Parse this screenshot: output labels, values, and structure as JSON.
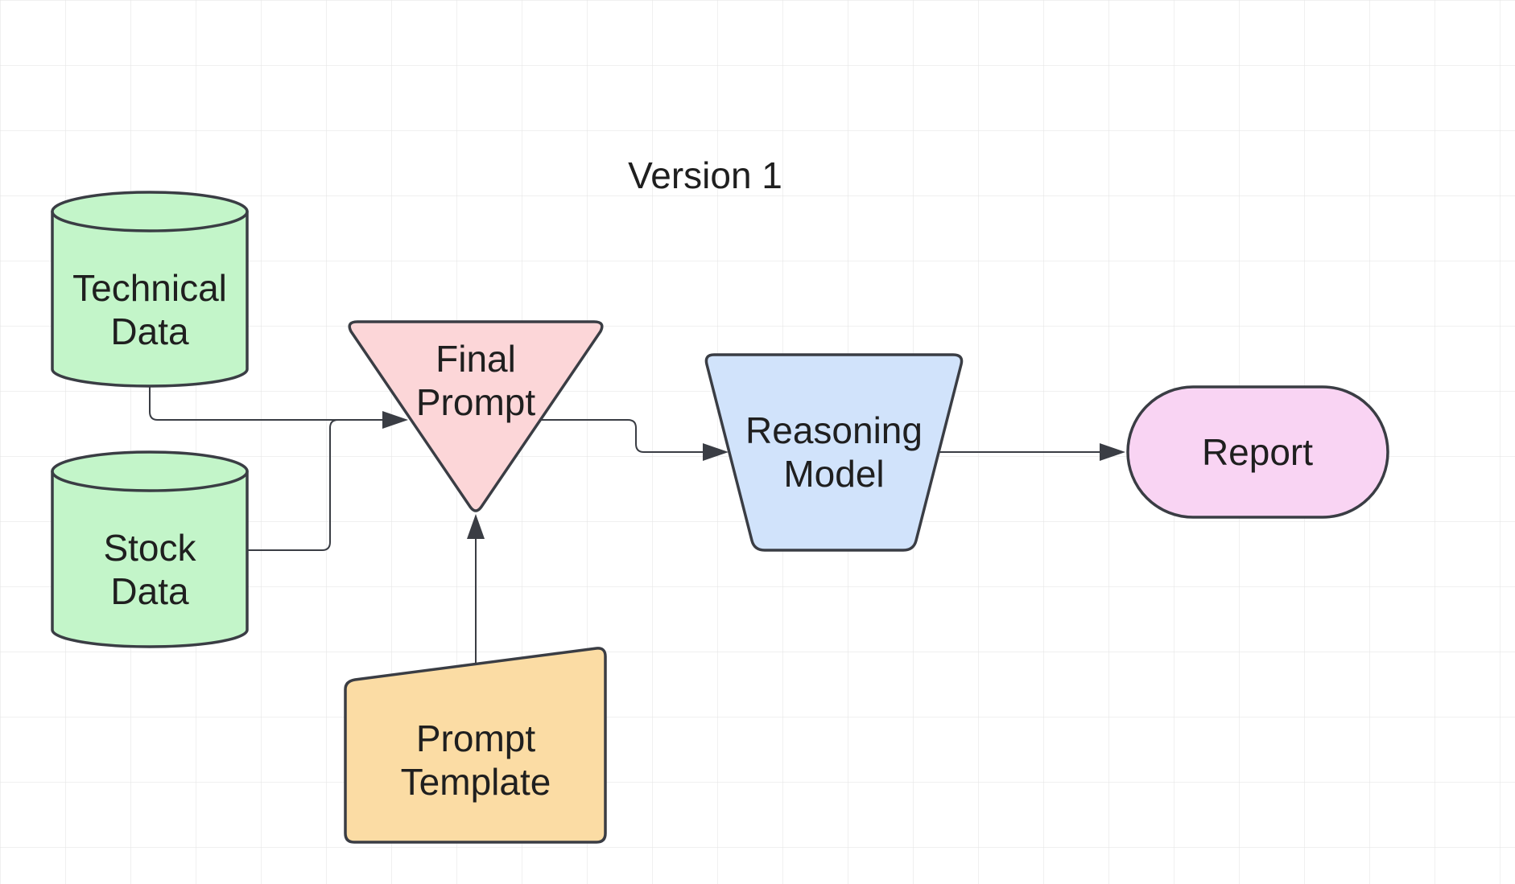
{
  "title": "Version 1",
  "colors": {
    "grid": "#e6e6e6",
    "stroke": "#3a3d44",
    "data_fill": "#c3f5c9",
    "prompt_fill": "#fcd6d8",
    "model_fill": "#d1e3fb",
    "report_fill": "#f9d4f3",
    "template_fill": "#fbdca4"
  },
  "nodes": {
    "technical_data": {
      "shape": "cylinder",
      "lines": [
        "Technical",
        "Data"
      ]
    },
    "stock_data": {
      "shape": "cylinder",
      "lines": [
        "Stock",
        "Data"
      ]
    },
    "final_prompt": {
      "shape": "inverted-triangle",
      "lines": [
        "Final",
        "Prompt"
      ]
    },
    "prompt_template": {
      "shape": "manual-input",
      "lines": [
        "Prompt",
        "Template"
      ]
    },
    "reasoning_model": {
      "shape": "trapezoid",
      "lines": [
        "Reasoning",
        "Model"
      ]
    },
    "report": {
      "shape": "terminator",
      "lines": [
        "Report"
      ]
    }
  },
  "edges": [
    {
      "from": "technical_data",
      "to": "final_prompt"
    },
    {
      "from": "stock_data",
      "to": "final_prompt"
    },
    {
      "from": "prompt_template",
      "to": "final_prompt"
    },
    {
      "from": "final_prompt",
      "to": "reasoning_model"
    },
    {
      "from": "reasoning_model",
      "to": "report"
    }
  ]
}
